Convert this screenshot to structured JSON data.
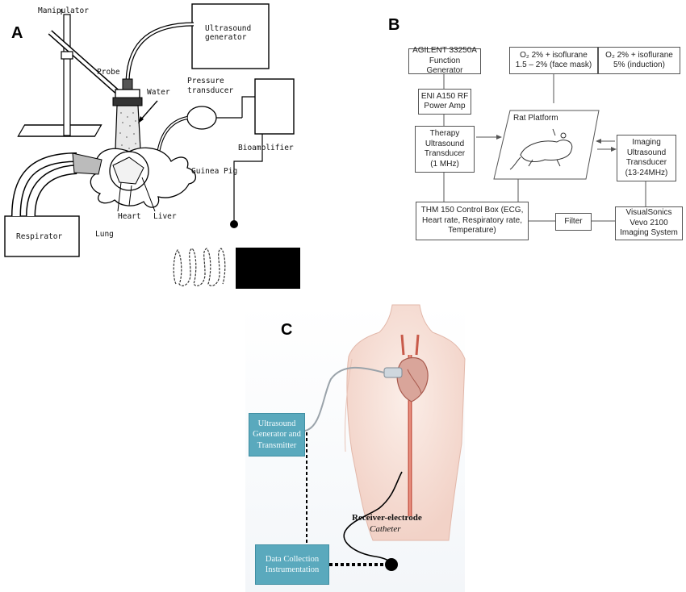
{
  "panel_a": {
    "letter": "A",
    "labels": {
      "manipulator": "Manipulator",
      "ultrasound_generator": "Ultrasound\ngenerator",
      "probe": "Probe",
      "water": "Water",
      "pressure_transducer": "Pressure\ntransducer",
      "bioamplifier": "Bioamplifier",
      "guinea_pig": "Guinea Pig",
      "heart": "Heart",
      "liver": "Liver",
      "lung": "Lung",
      "respirator": "Respirator"
    }
  },
  "panel_b": {
    "letter": "B",
    "boxes": {
      "function_generator": "AGILENT 33250A\nFunction Generator",
      "power_amp": "ENI A150 RF\nPower Amp",
      "therapy_transducer": "Therapy\nUltrasound\nTransducer\n(1 MHz)",
      "face_mask": "O₂ 2% + isoflurane\n1.5 – 2% (face mask)",
      "induction": "O₂ 2% + isoflurane\n5% (induction)",
      "imaging_transducer": "Imaging\nUltrasound\nTransducer\n(13-24MHz)",
      "control_box": "THM 150 Control Box (ECG,\nHeart rate, Respiratory rate,\nTemperature)",
      "filter": "Filter",
      "imaging_system": "VisualSonics\nVevo 2100\nImaging System"
    },
    "rat_platform": "Rat Platform"
  },
  "panel_c": {
    "letter": "C",
    "boxes": {
      "generator": "Ultrasound\nGenerator and\nTransmitter",
      "data_collection": "Data Collection\nInstrumentation"
    },
    "receiver_electrode": "Receiver-electrode",
    "catheter": "Catheter"
  }
}
